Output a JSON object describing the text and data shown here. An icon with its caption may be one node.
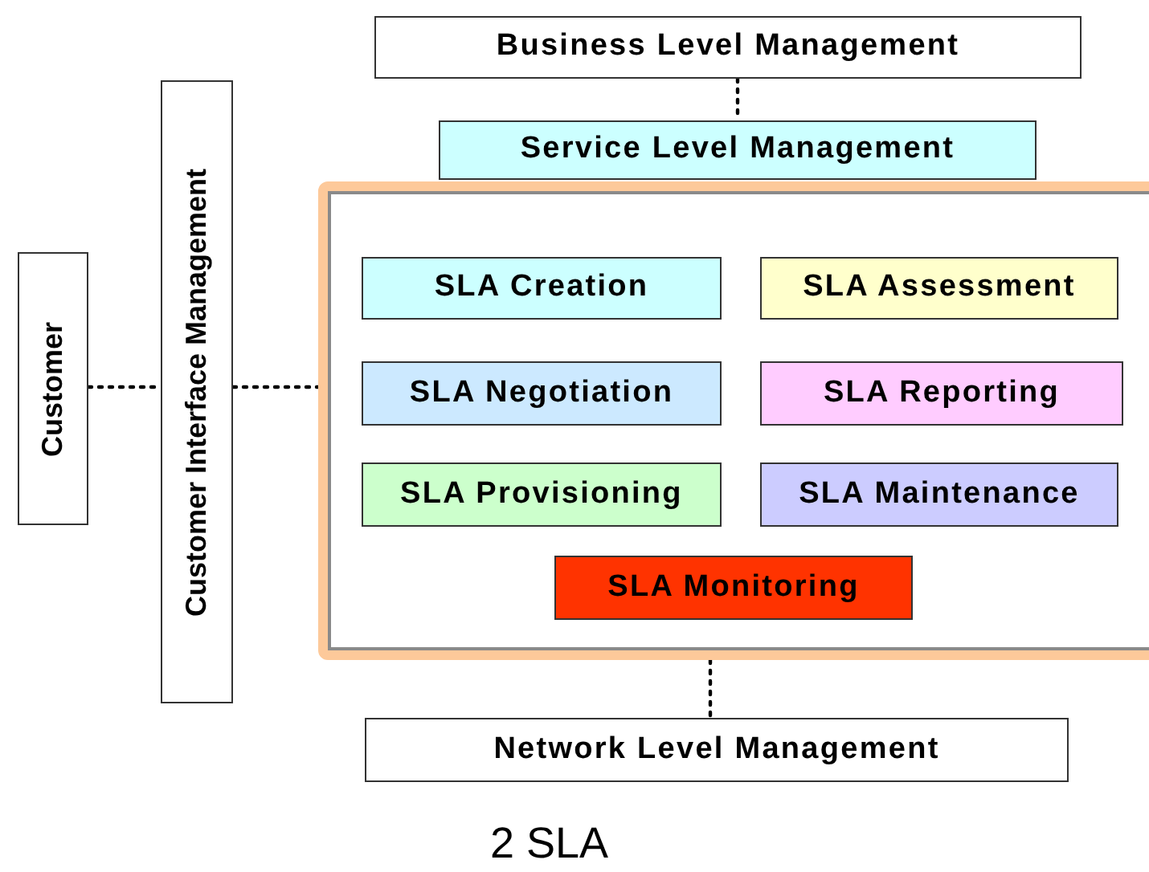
{
  "diagram": {
    "caption": "2 SLA",
    "nodes": [
      {
        "text": [
          "Business Level Management"
        ]
      },
      {
        "text": [
          "Service Level Management"
        ]
      },
      {
        "text": [],
        "shape": "box"
      },
      {
        "text": [
          "SLA Creation"
        ],
        "in": 2
      },
      {
        "text": [
          "SLA Assessment"
        ],
        "in": 2
      },
      {
        "text": [
          "SLA Negotiation"
        ],
        "in": 2
      },
      {
        "text": [
          "SLA Reporting"
        ],
        "in": 2
      },
      {
        "text": [
          "SLA Provisioning"
        ],
        "in": 2
      },
      {
        "text": [
          "SLA Maintenance"
        ],
        "in": 2
      },
      {
        "text": [
          "SLA Monitoring"
        ],
        "in": 2
      },
      {
        "text": [
          "Customer"
        ]
      },
      {
        "text": [
          "Customer Interface Management"
        ]
      },
      {
        "text": [
          "Network Level Management"
        ]
      }
    ],
    "edges": [
      {
        "from": 0,
        "to": 1,
        "arrow": "none"
      },
      {
        "from": 10,
        "to": 11,
        "arrow": "none"
      },
      {
        "from": 11,
        "to": 2,
        "arrow": "none"
      },
      {
        "from": 2,
        "to": 12,
        "arrow": "none"
      }
    ]
  }
}
